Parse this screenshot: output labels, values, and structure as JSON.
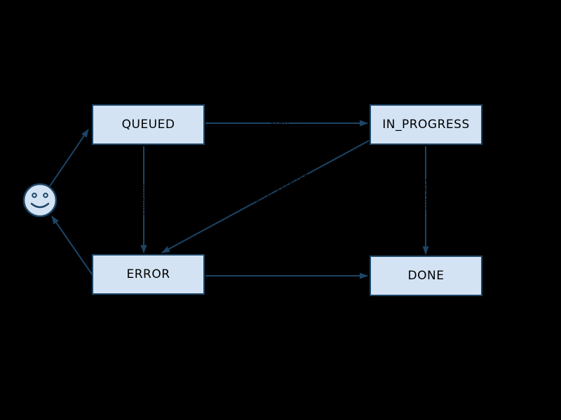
{
  "background": "#000000",
  "palette": {
    "node_fill": "#d4e3f4",
    "line_stroke": "#1c4566",
    "node_text": "#000000",
    "edge_label_text": "#000000"
  },
  "nodes": {
    "queued": "QUEUED",
    "in_progress": "IN_PROGRESS",
    "error": "ERROR",
    "done": "DONE"
  },
  "edges": {
    "user_to_queued": {
      "label": ""
    },
    "queued_to_in_progress": {
      "label": "start"
    },
    "queued_to_error": {
      "label": "timeout"
    },
    "in_progress_to_error": {
      "label": "error occurred"
    },
    "in_progress_to_done": {
      "label": "success"
    },
    "error_to_done": {
      "label": ""
    },
    "error_to_user": {
      "label": ""
    }
  },
  "actor": {
    "name": "smiley-face"
  }
}
